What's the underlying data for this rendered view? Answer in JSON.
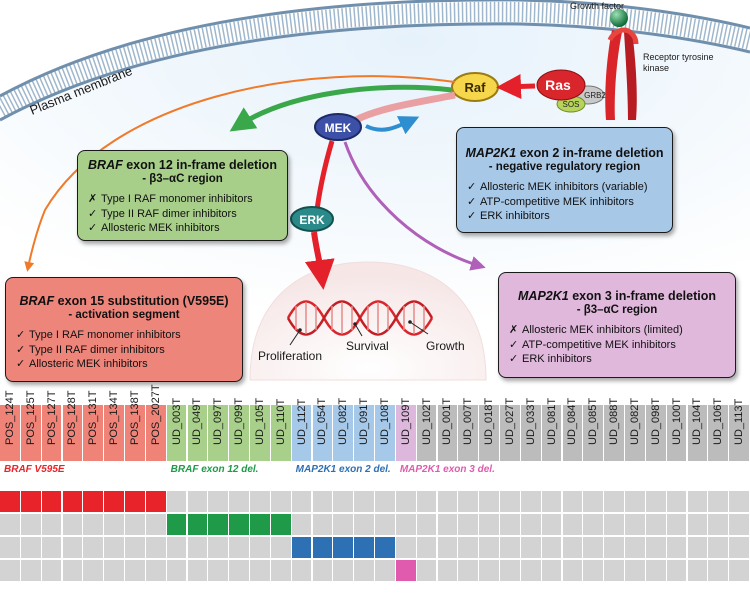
{
  "labels": {
    "growth_factor": "Growth factor",
    "receptor": "Receptor tyrosine kinase",
    "plasma_membrane": "Plasma membrane",
    "raf": "Raf",
    "ras": "Ras",
    "grb2": "GRB2",
    "sos": "SOS",
    "mek": "MEK",
    "erk": "ERK",
    "proliferation": "Proliferation",
    "survival": "Survival",
    "growth": "Growth"
  },
  "boxes": {
    "braf12": {
      "gene": "BRAF",
      "title_rest": " exon 12 in-frame deletion",
      "subtitle": "- β3–αC region",
      "items": [
        {
          "mark": "✗",
          "text": "Type I RAF monomer inhibitors"
        },
        {
          "mark": "✓",
          "text": "Type II RAF dimer inhibitors"
        },
        {
          "mark": "✓",
          "text": "Allosteric MEK inhibitors"
        }
      ]
    },
    "map2k1_2": {
      "gene": "MAP2K1",
      "title_rest": " exon 2 in-frame deletion",
      "subtitle": "- negative regulatory region",
      "items": [
        {
          "mark": "✓",
          "text": "Allosteric MEK inhibitors (variable)"
        },
        {
          "mark": "✓",
          "text": "ATP-competitive MEK inhibitors"
        },
        {
          "mark": "✓",
          "text": "ERK inhibitors"
        }
      ]
    },
    "braf15": {
      "gene": "BRAF",
      "title_rest": " exon 15 substitution (V595E)",
      "subtitle": "- activation segment",
      "items": [
        {
          "mark": "✓",
          "text": "Type I RAF monomer inhibitors"
        },
        {
          "mark": "✓",
          "text": "Type II RAF dimer inhibitors"
        },
        {
          "mark": "✓",
          "text": "Allosteric MEK inhibitors"
        }
      ]
    },
    "map2k1_3": {
      "gene": "MAP2K1",
      "title_rest": " exon 3 in-frame deletion",
      "subtitle": "- β3–αC region",
      "items": [
        {
          "mark": "✗",
          "text": "Allosteric MEK inhibitors (limited)"
        },
        {
          "mark": "✓",
          "text": "ATP-competitive MEK inhibitors"
        },
        {
          "mark": "✓",
          "text": "ERK inhibitors"
        }
      ]
    }
  },
  "table": {
    "groups": [
      {
        "label": "BRAF V595E",
        "color": "#e8242a",
        "header_color": "#ef8378",
        "count": 8,
        "row": 0
      },
      {
        "label": "BRAF exon 12 del.",
        "color": "#1e9a48",
        "header_color": "#a8d08b",
        "count": 6,
        "row": 1
      },
      {
        "label": "MAP2K1 exon 2 del.",
        "color": "#2e70b4",
        "header_color": "#a6c9ea",
        "count": 5,
        "row": 2
      },
      {
        "label": "MAP2K1 exon 3 del.",
        "color": "#e05bae",
        "header_color": "#ddb8dc",
        "count": 1,
        "row": 3
      }
    ],
    "samples": [
      "POS_124T",
      "POS_125T",
      "POS_127T",
      "POS_128T",
      "POS_131T",
      "POS_134T",
      "POS_138T",
      "POS_2027T",
      "UD_003T",
      "UD_049T",
      "UD_097T",
      "UD_099T",
      "UD_105T",
      "UD_110T",
      "UD_112T",
      "UD_054T",
      "UD_082T",
      "UD_091T",
      "UD_108T",
      "UD_109T",
      "UD_102T",
      "UD_001T",
      "UD_007T",
      "UD_018T",
      "UD_027T",
      "UD_033T",
      "UD_081T",
      "UD_084T",
      "UD_085T",
      "UD_088T",
      "UD_082T",
      "UD_098T",
      "UD_100T",
      "UD_104T",
      "UD_106T",
      "UD_113T"
    ],
    "unaltered_header_color": "#bcbcbc",
    "empty_cell_color": "#d3d3d3"
  }
}
